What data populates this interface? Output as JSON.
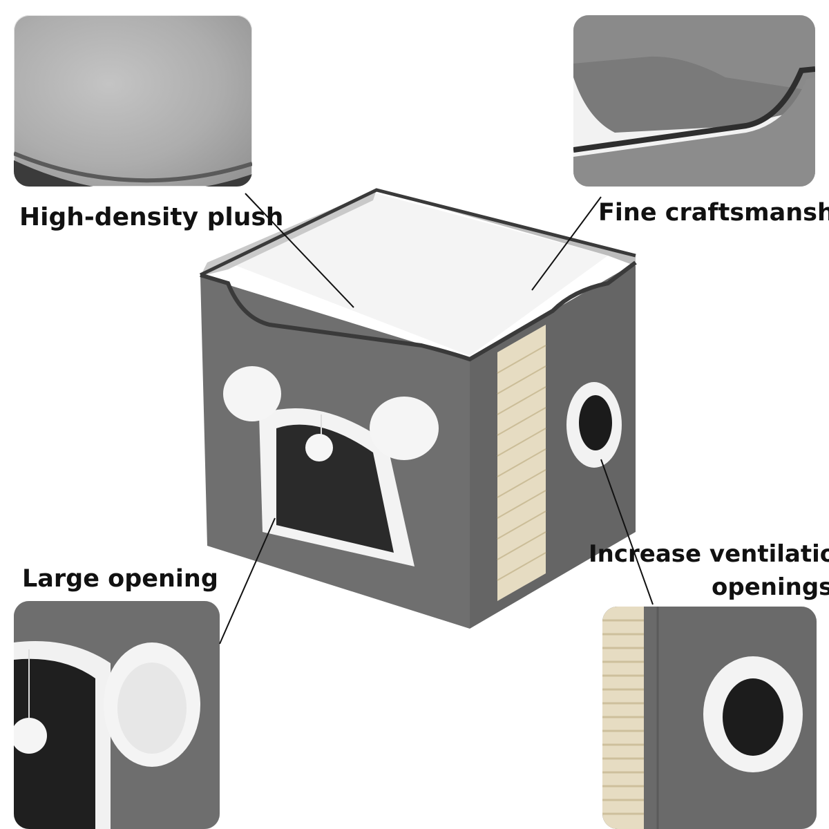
{
  "labels": {
    "plush": "High-density plush",
    "craft": "Fine craftsmanship",
    "opening": "Large opening",
    "vent_line1": "Increase ventilation",
    "vent_line2": "openings"
  },
  "colors": {
    "felt_gray": "#6f6f6f",
    "felt_dark": "#555555",
    "plush_white": "#f3f3f3",
    "sisal": "#e6dcc2",
    "hole_black": "#1b1b1b",
    "trim": "#3a3a3a"
  },
  "icons": {
    "ears": "bear-ears",
    "ball": "pom-pom-toy"
  }
}
